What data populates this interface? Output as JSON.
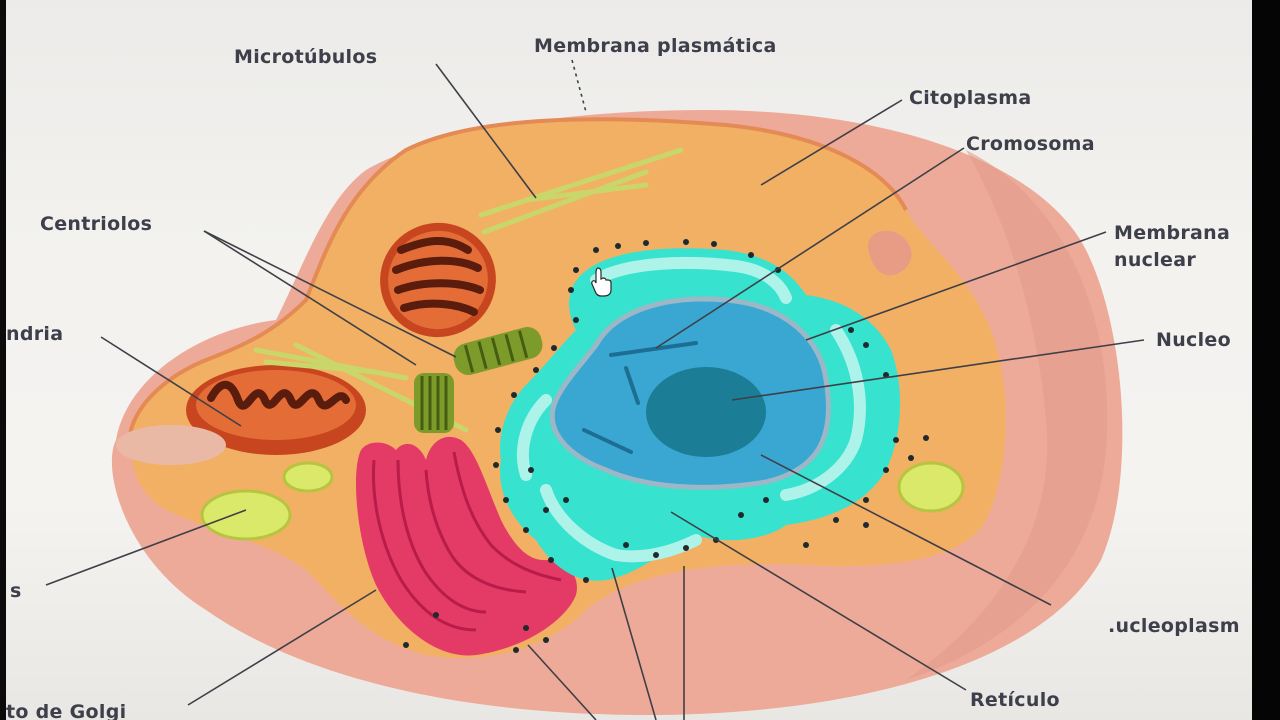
{
  "labels": {
    "microtubulos": "Microtúbulos",
    "membrana_plasmatica": "Membrana plasmática",
    "citoplasma": "Citoplasma",
    "cromosoma": "Cromosoma",
    "centriolos": "Centriolos",
    "membrana_nuclear_1": "Membrana",
    "membrana_nuclear_2": "nuclear",
    "mitocondria": "ndria",
    "nucleolo": "Nucleo",
    "lisosomas": "s",
    "nucleoplasma": ".ucleoplasm",
    "golgi": "to de Golgi",
    "reticulo": "Retículo"
  },
  "colors": {
    "cytoplasm": "#f2b064",
    "outer_cell": "#eeaa98",
    "nucleus_blue": "#3aa6d2",
    "nucleolus": "#1c7d96",
    "er_turquoise": "#37e2cf",
    "golgi_pink": "#e43a66",
    "mitochondria": "#c8461f",
    "vesicle_yellow": "#dbe96a",
    "microtubule_green": "#c9d66a"
  },
  "icons": [
    "cursor-hand-icon"
  ]
}
